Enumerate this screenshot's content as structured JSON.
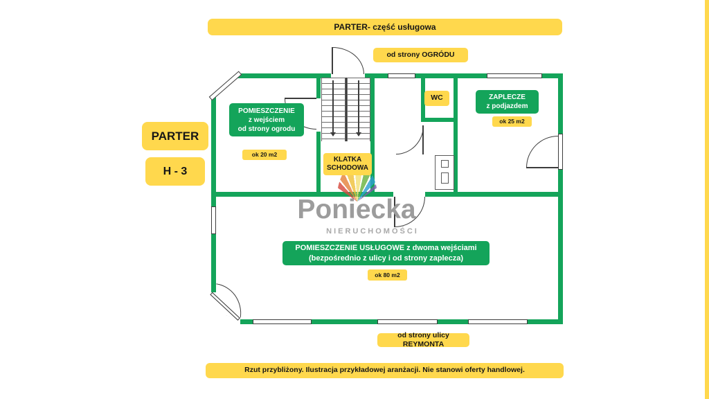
{
  "colors": {
    "yellow": "#ffd84d",
    "green": "#14a45a",
    "watermark_gray": "#9c9c9c"
  },
  "top_banner": {
    "text": "PARTER- część usługowa"
  },
  "labels": {
    "garden_side": "od strony OGRÓDU",
    "street_side": "od strony  ulicy REYMONTA",
    "floor": "PARTER",
    "unit": "H - 3"
  },
  "rooms": {
    "garden_room": {
      "name": "POMIESZCZENIE\nz wejściem\nod strony ogrodu",
      "area": "ok 20 m2"
    },
    "staircase": {
      "name": "KLATKA\nSCHODOWA"
    },
    "wc": {
      "name": "WC"
    },
    "back_room": {
      "name": "ZAPLECZE\nz podjazdem",
      "area": "ok 25 m2"
    },
    "service_room": {
      "name": "POMIESZCZENIE USŁUGOWE z dwoma wejściami\n(bezpośrednio z ulicy i od strony zaplecza)",
      "area": "ok 80 m2"
    }
  },
  "watermark": {
    "brand": "Poniecka",
    "subtitle": "NIERUCHOMOŚCI"
  },
  "footer": {
    "text": "Rzut przybliżony. Ilustracja przykładowej aranżacji. Nie stanowi oferty handlowej."
  }
}
